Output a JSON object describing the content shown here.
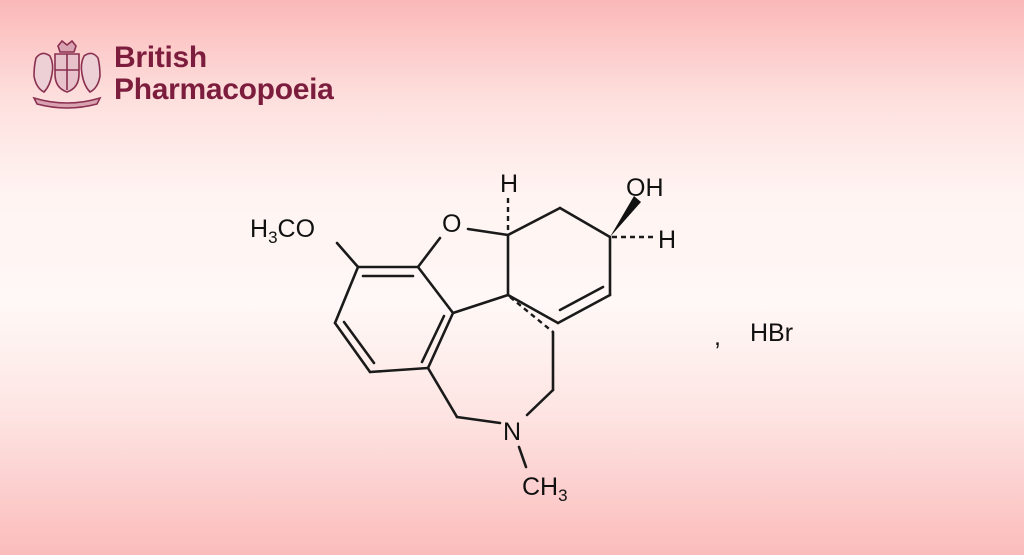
{
  "logo": {
    "line1": "British",
    "line2": "Pharmacopoeia",
    "emblem": "royal-coat-of-arms",
    "brand_color": "#7c1d3e"
  },
  "structure": {
    "methoxy": [
      "H",
      "3",
      "CO"
    ],
    "ring_oxygen": "O",
    "hydroxyl": "OH",
    "h_top": "H",
    "h_right": "H",
    "nitrogen": "N",
    "n_methyl": [
      "CH",
      "3"
    ],
    "separator": ",",
    "salt": "HBr"
  }
}
